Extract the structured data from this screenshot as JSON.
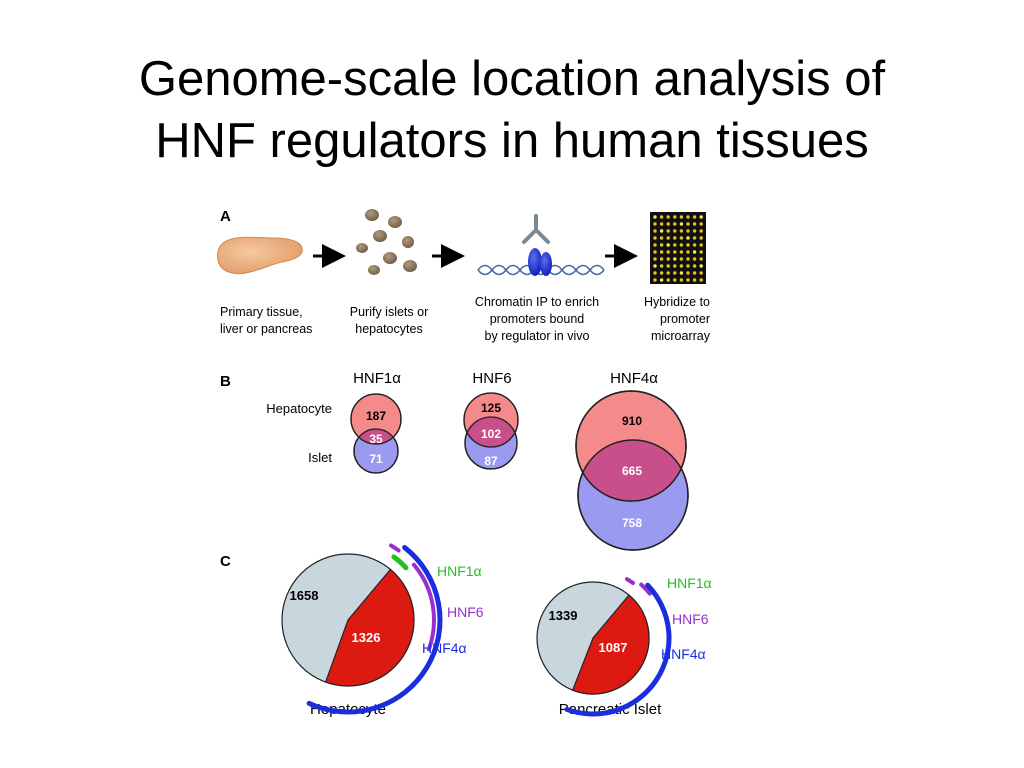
{
  "slide": {
    "title_line1": "Genome-scale location analysis of",
    "title_line2": "HNF regulators in human tissues"
  },
  "panel_a": {
    "label": "A",
    "steps": [
      {
        "lines": [
          "Primary tissue,",
          "liver or pancreas"
        ]
      },
      {
        "lines": [
          "Purify islets or",
          "hepatocytes"
        ]
      },
      {
        "lines": [
          "Chromatin IP to enrich",
          "promoters bound",
          "by regulator in vivo"
        ]
      },
      {
        "lines": [
          "Hybridize to",
          "promoter",
          "microarray"
        ]
      }
    ]
  },
  "panel_b": {
    "label": "B",
    "row_labels": {
      "top": "Hepatocyte",
      "bottom": "Islet"
    },
    "venns": [
      {
        "name": "HNF1α",
        "top": "187",
        "overlap": "35",
        "bottom": "71"
      },
      {
        "name": "HNF6",
        "top": "125",
        "overlap": "102",
        "bottom": "87"
      },
      {
        "name": "HNF4α",
        "top": "910",
        "overlap": "665",
        "bottom": "758"
      }
    ],
    "colors": {
      "top": "#f48a8a",
      "bottom": "#9a9af0",
      "overlap": "#c84f8a"
    }
  },
  "panel_c": {
    "label": "C",
    "pies": [
      {
        "name": "Hepatocyte",
        "other": "1658",
        "bound": "1326",
        "bound_fraction": 0.444
      },
      {
        "name": "Pancreatic Islet",
        "other": "1339",
        "bound": "1087",
        "bound_fraction": 0.448
      }
    ],
    "arc_labels": {
      "hnf1a": "HNF1α",
      "hnf6": "HNF6",
      "hnf4a": "HNF4α"
    },
    "colors": {
      "pie_other": "#c8d6de",
      "pie_bound": "#dd1a12",
      "hnf1a": "#22c022",
      "hnf6": "#9a2fd0",
      "hnf4a": "#1a2ee0"
    }
  }
}
